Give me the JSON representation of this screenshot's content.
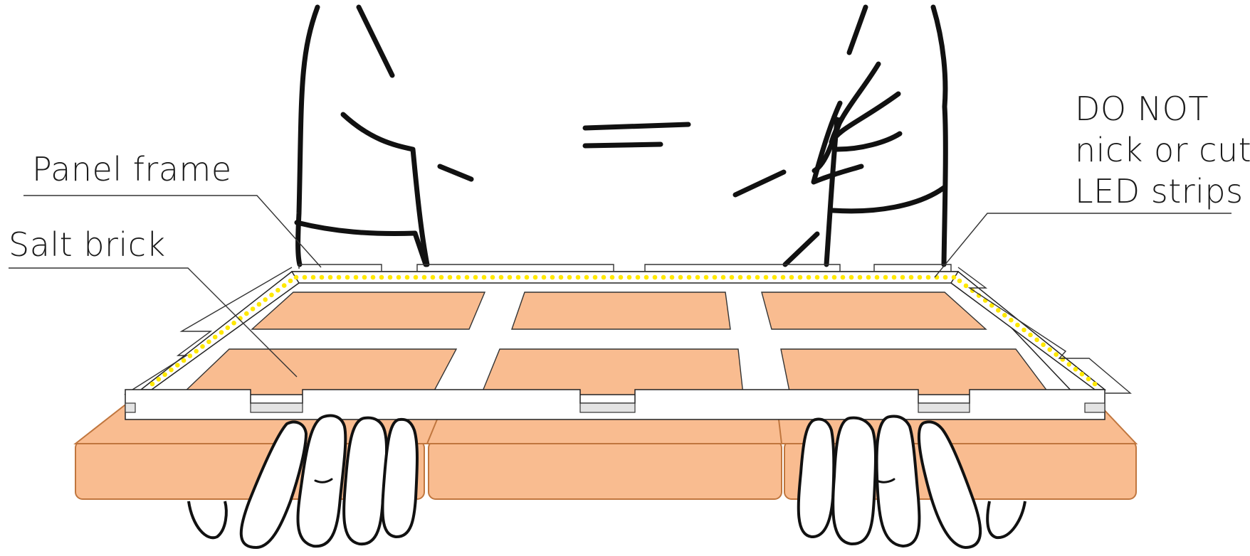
{
  "labels": {
    "panel_frame": "Panel frame",
    "salt_brick": "Salt brick",
    "warning_lines": [
      "DO NOT",
      "nick or cut",
      "LED strips"
    ]
  },
  "colors": {
    "brick_fill": "#f9bc90",
    "brick_stroke": "#c0763e",
    "led_dot": "#ffe800",
    "frame": "#ffffff",
    "outline": "#111111"
  }
}
